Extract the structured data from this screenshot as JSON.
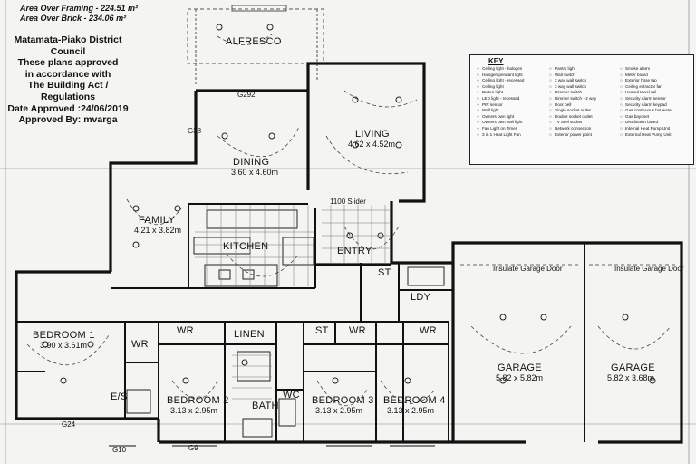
{
  "areas": {
    "framing": "Area Over Framing  - 224.51 m²",
    "brick": "Area Over Brick     - 234.06 m²"
  },
  "stamp": {
    "line1": "Matamata-Piako District",
    "line2": "Council",
    "line3": "These plans approved",
    "line4": "in accordance with",
    "line5": "The Building Act /",
    "line6": "Regulations",
    "line7": "Date Approved :24/06/2019",
    "line8": "Approved By: mvarga"
  },
  "rooms": {
    "alfresco": "ALFRESCO",
    "living": "LIVING",
    "living_dim": "4.62 x 4.52m",
    "dining": "DINING",
    "dining_dim": "3.60 x 4.60m",
    "family": "FAMILY",
    "family_dim": "4.21 x 3.82m",
    "kitchen": "KITCHEN",
    "entry": "ENTRY",
    "bedroom1": "BEDROOM 1",
    "bedroom1_dim": "3.90 x 3.61m",
    "bedroom2": "BEDROOM 2",
    "bedroom2_dim": "3.13 x 2.95m",
    "bedroom3": "BEDROOM 3",
    "bedroom3_dim": "3.13 x 2.95m",
    "bedroom4": "BEDROOM 4",
    "bedroom4_dim": "3.13 x 2.95m",
    "garage1": "GARAGE",
    "garage1_dim": "5.82 x 5.82m",
    "garage2": "GARAGE",
    "garage2_dim": "5.82 x 3.68m",
    "bath": "BATH",
    "wc": "WC",
    "linen": "LINEN",
    "ldy": "LDY",
    "es": "E/S",
    "wr1": "WR",
    "wr2": "WR",
    "wr3": "WR",
    "wr4": "WR",
    "st1": "ST",
    "st2": "ST"
  },
  "notes": {
    "g38": "G38",
    "g292": "G292",
    "g24": "G24",
    "g9": "G9",
    "g10": "G10",
    "slider": "1100 Slider",
    "garage_door1": "Insulate Garage Door",
    "garage_door2": "Insulate Garage Door"
  },
  "key": {
    "title": "KEY",
    "col1": [
      "Ceiling light - halogen",
      "Halogen pendant light",
      "Ceiling light - recessed",
      "Ceiling light",
      "Batten light",
      "LED light - recessed",
      "PIR sensor",
      "Wall light",
      "Owners own light",
      "Owners own wall light",
      "Fan Light on Timer",
      "3 in 1 Heat Light Fan"
    ],
    "col2": [
      "Pantry light",
      "Wall switch",
      "2 way wall switch",
      "3 way wall switch",
      "Dimmer switch",
      "Dimmer switch - 2 way",
      "Door bell",
      "Single socket outlet",
      "Double socket outlet",
      "TV ariel socket",
      "Network connection",
      "Exterior power point"
    ],
    "col3": [
      "Smoke alarm",
      "Meter board",
      "Exterior hose tap",
      "Ceiling extractor fan",
      "Heated towel rail",
      "Security Alarm sensor",
      "Security Alarm keypad",
      "Gas continuous hot water",
      "Gas bayonet",
      "Distribution board",
      "Internal Heat Pump Unit",
      "External Heat Pump Unit"
    ]
  }
}
